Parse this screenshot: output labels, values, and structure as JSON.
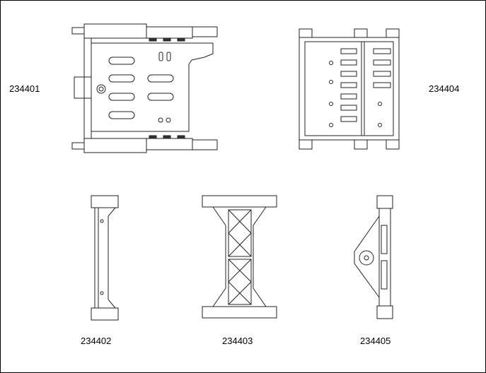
{
  "parts": [
    {
      "label": "234401"
    },
    {
      "label": "234404"
    },
    {
      "label": "234402"
    },
    {
      "label": "234403"
    },
    {
      "label": "234405"
    }
  ]
}
